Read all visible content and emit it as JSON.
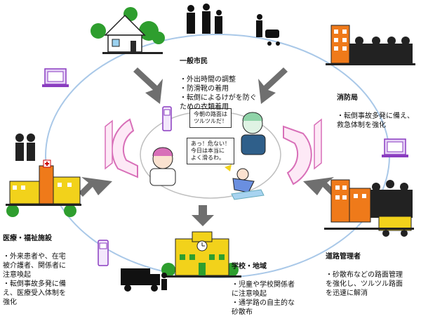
{
  "speech": {
    "top": "今朝の路面は\nツルツルだ！",
    "bottom": "あっ！危ない！\n今日は本当に\nよく滑るわ。"
  },
  "nodes": {
    "citizens": {
      "title": "一般市民",
      "lines": "・外出時間の調整\n・防滑靴の着用\n・転倒によるけがを防ぐ\nための衣類着用"
    },
    "fire": {
      "title": "消防局",
      "lines": "・転倒事故多発に備え、\n救急体制を強化"
    },
    "medical": {
      "title": "医療・福祉施設",
      "lines": "・外来患者や、在宅\n被介護者、関係者に\n注意喚起\n・転倒事故多発に備\nえ、医療受入体制を\n強化"
    },
    "school": {
      "title": "学校・地域",
      "lines": "・児童や学校関係者\nに注意喚起\n・通学路の自主的な\n砂散布"
    },
    "road": {
      "title": "道路管理者",
      "lines": "・砂散布などの路面管理\nを強化し、ツルツル路面\nを迅速に解消"
    }
  },
  "colors": {
    "ring": "#a9c8e8",
    "arrow": "#6f6f6f",
    "pink": "#d86fb8",
    "purple": "#8a3cc0",
    "green": "#2e9e2e",
    "orange": "#ef7a1a",
    "yellow": "#f2d21b"
  }
}
